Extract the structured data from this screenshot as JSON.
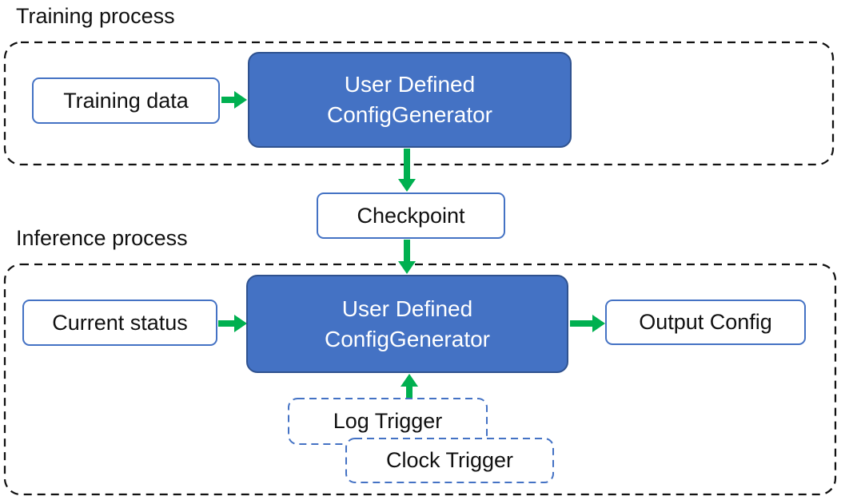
{
  "diagram": {
    "training_section": {
      "label": "Training process",
      "training_data": "Training data",
      "generator": {
        "line1": "User Defined",
        "line2": "ConfigGenerator"
      }
    },
    "checkpoint": "Checkpoint",
    "inference_section": {
      "label": "Inference process",
      "current_status": "Current status",
      "generator": {
        "line1": "User Defined",
        "line2": "ConfigGenerator"
      },
      "output_config": "Output Config",
      "log_trigger": "Log Trigger",
      "clock_trigger": "Clock Trigger"
    },
    "colors": {
      "generator_fill": "#4472C4",
      "generator_border": "#2F528F",
      "io_box_border": "#4472C4",
      "trigger_border": "#4472C4",
      "arrow_green": "#00B050",
      "container_dash": "#111111",
      "text_dark": "#111111",
      "text_on_blue": "#ffffff"
    }
  }
}
